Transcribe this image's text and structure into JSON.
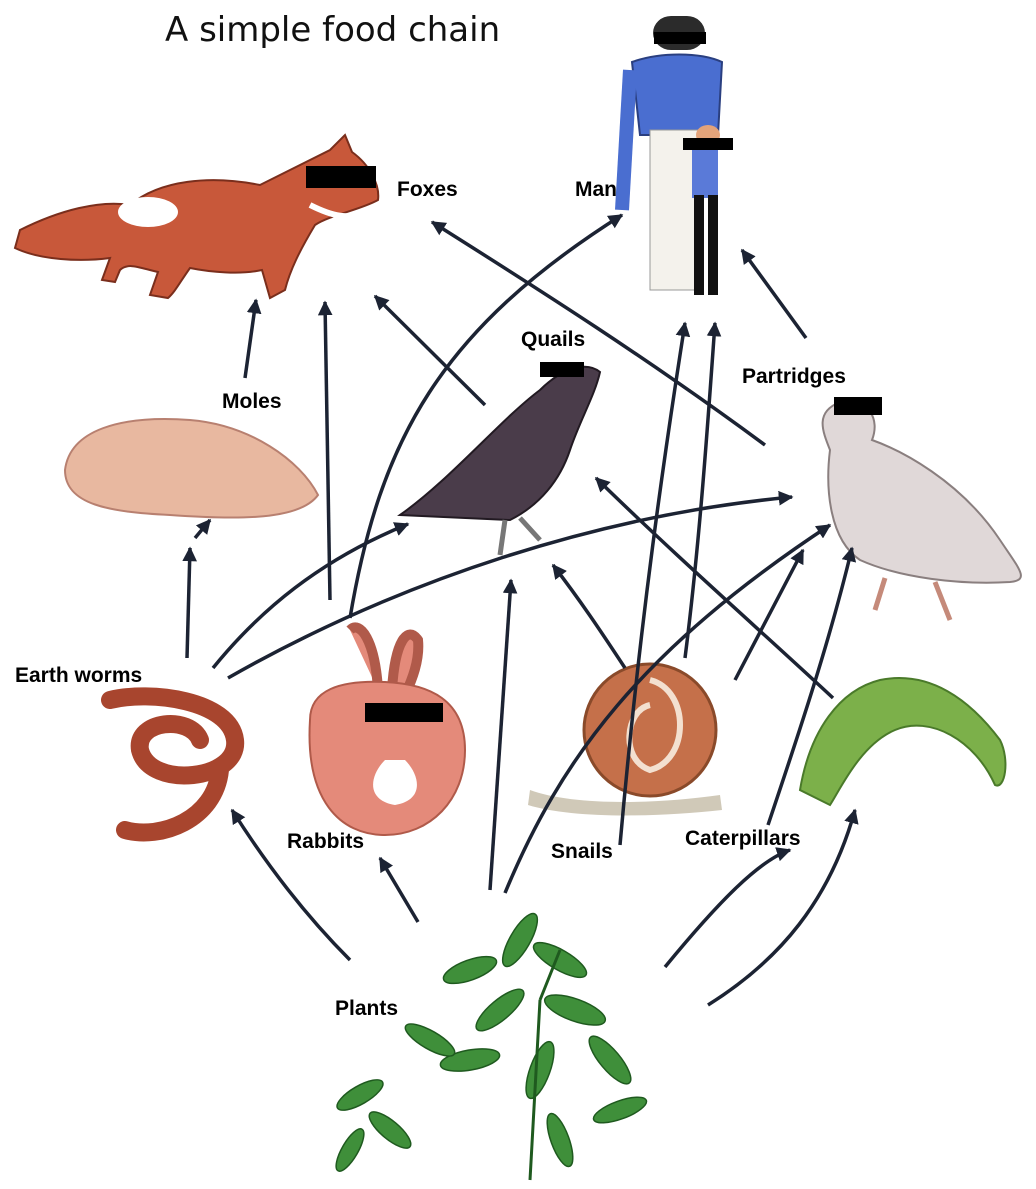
{
  "title": "A simple food chain",
  "organisms": {
    "foxes": "Foxes",
    "man": "Man",
    "quails": "Quails",
    "partridges": "Partridges",
    "moles": "Moles",
    "earth_worms": "Earth worms",
    "rabbits": "Rabbits",
    "snails": "Snails",
    "caterpillars": "Caterpillars",
    "plants": "Plants"
  },
  "colors": {
    "arrow": "#1c2333",
    "fox": "#c8583a",
    "mole": "#e8b8a0",
    "worm": "#a8452e",
    "rabbit": "#e48a7a",
    "snail": "#c5704a",
    "caterpillar": "#7cb04a",
    "quail": "#4a3c4a",
    "partridge": "#e0d8d8",
    "plant": "#3f8f3a",
    "shirt": "#4a6ed0"
  }
}
